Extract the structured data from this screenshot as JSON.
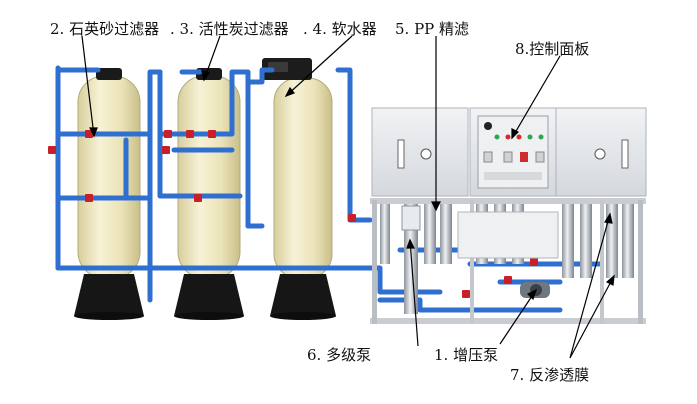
{
  "labels": {
    "quartz_sand_filter": "2. 石英砂过滤器",
    "carbon_filter": ". 3. 活性炭过滤器",
    "softener": ". 4. 软水器",
    "pp_filter": "5. PP 精滤",
    "control_panel": "8.控制面板",
    "multistage_pump": "6. 多级泵",
    "booster_pump": "1. 增压泵",
    "ro_membrane": "7. 反渗透膜"
  },
  "colors": {
    "pipe": "#2f6fd0",
    "tank": "#efe8c2",
    "tank_base": "#151515",
    "valve": "#c8202a",
    "frame": "#d9dde2",
    "panel": "#e3e6ea"
  }
}
